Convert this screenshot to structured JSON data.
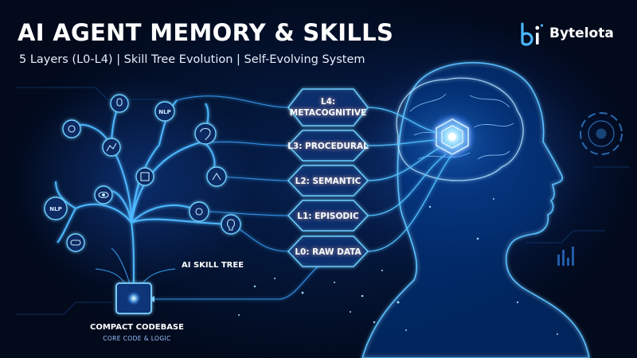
{
  "header": {
    "title": "AI AGENT MEMORY & SKILLS",
    "subtitle": "5 Layers (L0-L4) | Skill Tree Evolution | Self-Evolving System"
  },
  "brand": {
    "name": "Bytelota",
    "icon": "bi-logo-icon"
  },
  "memory_layers": [
    {
      "id": "L4",
      "label_line1": "L4:",
      "label_line2": "METACOGNITIVE"
    },
    {
      "id": "L3",
      "label": "L3: PROCEDURAL"
    },
    {
      "id": "L2",
      "label": "L2: SEMANTIC"
    },
    {
      "id": "L1",
      "label": "L1: EPISODIC"
    },
    {
      "id": "L0",
      "label": "L0: RAW DATA"
    }
  ],
  "skill_tree": {
    "label": "AI SKILL TREE",
    "nodes": [
      {
        "icon": "nlp-badge-icon",
        "text": "NLP"
      },
      {
        "icon": "nlp-badge-icon",
        "text": "NLP"
      },
      {
        "icon": "brain-head-icon"
      },
      {
        "icon": "gear-icon"
      },
      {
        "icon": "chip-icon"
      },
      {
        "icon": "eye-icon"
      },
      {
        "icon": "mic-icon"
      },
      {
        "icon": "chat-icon"
      },
      {
        "icon": "graph-icon"
      },
      {
        "icon": "hand-brain-icon"
      },
      {
        "icon": "gear-icon"
      },
      {
        "icon": "lightbulb-icon"
      },
      {
        "icon": "pill-icon"
      }
    ]
  },
  "codebase": {
    "label": "COMPACT CODEBASE",
    "sublabel": "CORE CODE & LOGIC"
  },
  "colors": {
    "background": "#020a1c",
    "glow": "#3fb2ff",
    "accent": "#7fd4ff"
  }
}
